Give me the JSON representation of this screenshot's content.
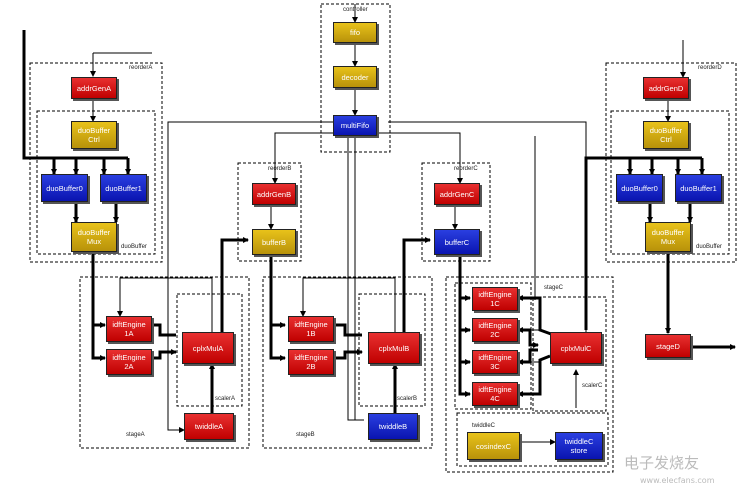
{
  "blocks": {
    "fifo": "fifo",
    "decoder": "decoder",
    "multififo": "multiFifo",
    "addrGenA": "addrGenA",
    "duoBufferCtrlA": "duoBuffer\nCtrl",
    "duoBuffer0A": "duoBuffer0",
    "duoBuffer1A": "duoBuffer1",
    "duoBufferMuxA": "duoBuffer\nMux",
    "addrGenB": "addrGenB",
    "bufferB": "bufferB",
    "addrGenC": "addrGenC",
    "bufferC": "bufferC",
    "addrGenD": "addrGenD",
    "duoBufferCtrlD": "duoBuffer\nCtrl",
    "duoBuffer0D": "duoBuffer0",
    "duoBuffer1D": "duoBuffer1",
    "duoBufferMuxD": "duoBuffer\nMux",
    "idftA1": "idftEngine\n1A",
    "idftA2": "idftEngine\n2A",
    "cplxMulA": "cplxMulA",
    "twiddleA": "twiddleA",
    "idftB1": "idftEngine\n1B",
    "idftB2": "idftEngine\n2B",
    "cplxMulB": "cplxMulB",
    "twiddleB": "twiddleB",
    "idftC1": "idftEngine\n1C",
    "idftC2": "idftEngine\n2C",
    "idftC3": "idftEngine\n3C",
    "idftC4": "idftEngine\n4C",
    "cplxMulC": "cplxMulC",
    "cosindexC": "cosindexC",
    "twiddleCstore": "twiddleC\nstore",
    "stageD": "stageD"
  },
  "labels": {
    "controller": "controller",
    "reorderA": "reorderA",
    "duoBufferA": "duoBuffer",
    "reorderB": "reorderB",
    "reorderC": "reorderC",
    "reorderD": "reorderD",
    "duoBufferD": "duoBuffer",
    "scalerA": "scalerA",
    "stageA": "stageA",
    "scalerB": "scalerB",
    "stageB": "stageB",
    "stageC": "stageC",
    "scalerC": "scalerC",
    "twiddleC": "twiddleC"
  },
  "watermark": {
    "text": "电子发烧友",
    "url": "www.elecfans.com"
  },
  "colors": {
    "red": "#d01818",
    "yellow": "#d4aa10",
    "blue": "#1020d0"
  }
}
